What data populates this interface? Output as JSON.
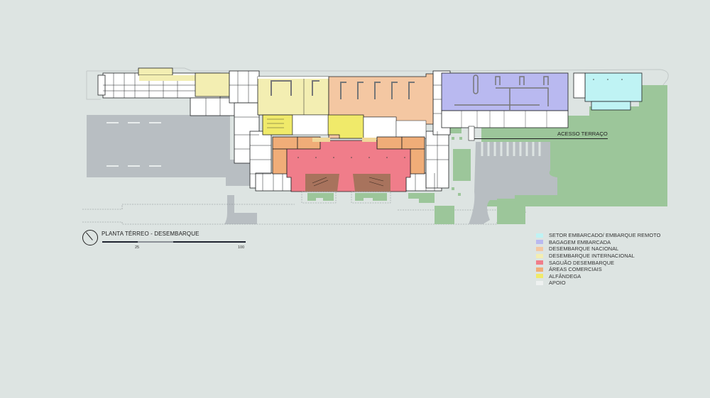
{
  "drawing": {
    "title": "PLANTA TÉRREO - DESEMBARQUE",
    "scale_ticks": [
      "25",
      "100"
    ],
    "annotation": "ACESSO TERRAÇO"
  },
  "legend": {
    "items": [
      {
        "label": "SETOR EMBARCADO/ EMBARQUE REMOTO",
        "color": "#bff3f4"
      },
      {
        "label": "BAGAGEM EMBARCADA",
        "color": "#b9b9f0"
      },
      {
        "label": "DESEMBARQUE NACIONAL",
        "color": "#f4c7a2"
      },
      {
        "label": "DESEMBARQUE INTERNACIONAL",
        "color": "#f3eeb2"
      },
      {
        "label": "SAGUÃO DESEMBARQUE",
        "color": "#f07d8a"
      },
      {
        "label": "ÁREAS COMERCIAIS",
        "color": "#f0ad78"
      },
      {
        "label": "ALFÂNDEGA",
        "color": "#f0ea6a"
      },
      {
        "label": "APOIO",
        "color": "#eef1f0"
      }
    ]
  },
  "colors": {
    "background": "#dde4e2",
    "paving": "#b8bec2",
    "green": "#9cc69a",
    "building_white": "#ffffff",
    "lines": "#1f2022"
  }
}
